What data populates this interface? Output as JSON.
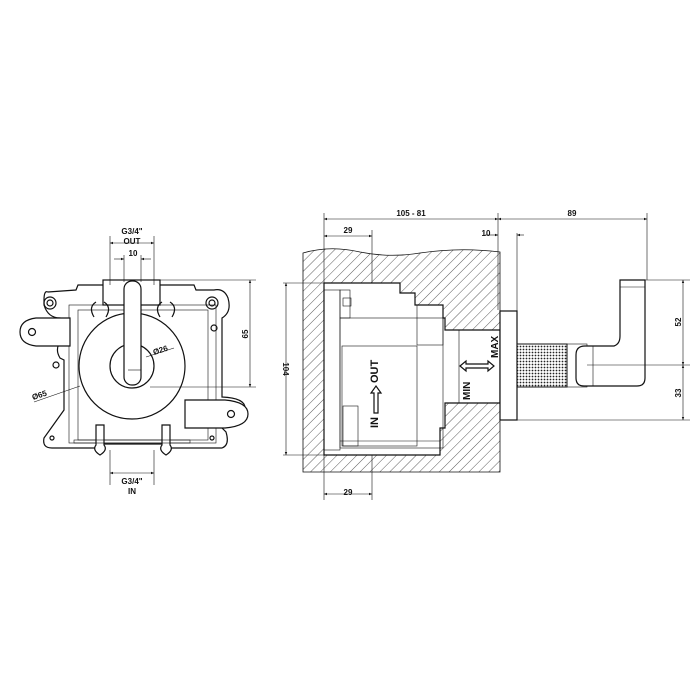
{
  "front_view": {
    "out_thread": "G3/4\"",
    "out_label": "OUT",
    "in_thread": "G3/4\"",
    "in_label": "IN",
    "handle_width": "10",
    "height_dim": "65",
    "escutcheon_diameter": "Ø65",
    "spindle_diameter": "Ø26"
  },
  "side_view": {
    "depth_range": "105 - 81",
    "projection": "89",
    "body_offset_top": "29",
    "body_offset_bottom": "29",
    "plate_thickness": "10",
    "body_height": "104",
    "handle_top_dim": "52",
    "handle_bottom_dim": "33",
    "flow_in": "IN",
    "flow_out": "OUT",
    "min_label": "MIN",
    "max_label": "MAX"
  }
}
